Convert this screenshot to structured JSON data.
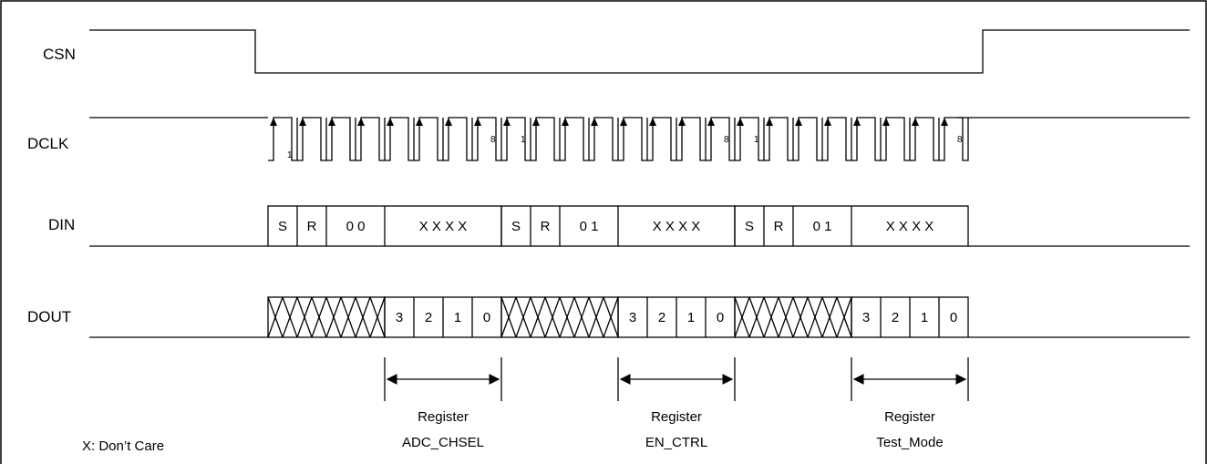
{
  "signals": {
    "csn": "CSN",
    "dclk": "DCLK",
    "din": "DIN",
    "dout": "DOUT"
  },
  "frames": [
    {
      "din": [
        "S",
        "R",
        "0 0",
        "X X X X"
      ],
      "dout": [
        "3",
        "2",
        "1",
        "0"
      ],
      "clock_first": "1",
      "clock_last": "8",
      "register_label": "Register",
      "register_name": "ADC_CHSEL"
    },
    {
      "din": [
        "S",
        "R",
        "0 1",
        "X X X X"
      ],
      "dout": [
        "3",
        "2",
        "1",
        "0"
      ],
      "clock_first": "1",
      "clock_last": "8",
      "register_label": "Register",
      "register_name": "EN_CTRL"
    },
    {
      "din": [
        "S",
        "R",
        "0 1",
        "X X X X"
      ],
      "dout": [
        "3",
        "2",
        "1",
        "0"
      ],
      "clock_first": "1",
      "clock_last": "8",
      "register_label": "Register",
      "register_name": "Test_Mode"
    }
  ],
  "legend": "X: Don’t Care"
}
